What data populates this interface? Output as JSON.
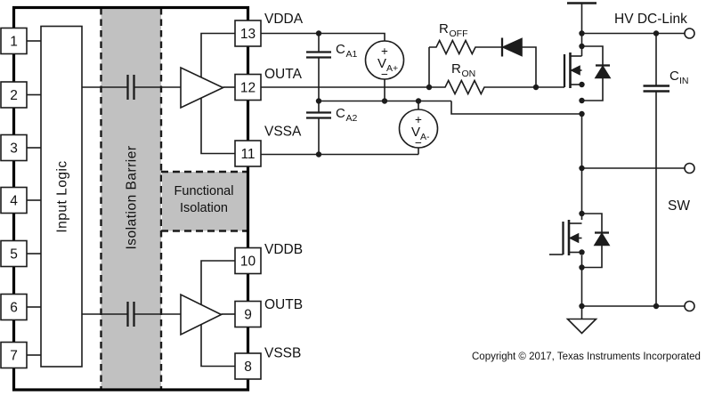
{
  "ic": {
    "left_pins": [
      "1",
      "2",
      "3",
      "4",
      "5",
      "6",
      "7"
    ],
    "right_pins": [
      "13",
      "12",
      "11",
      "10",
      "9",
      "8"
    ],
    "input_logic_label": "Input Logic",
    "isolation_barrier_label": "Isolation Barrier",
    "functional_isolation_line1": "Functional",
    "functional_isolation_line2": "Isolation"
  },
  "pin_labels": {
    "vdda": "VDDA",
    "outa": "OUTA",
    "vssa": "VSSA",
    "vddb": "VDDB",
    "outb": "OUTB",
    "vssb": "VSSB"
  },
  "components": {
    "c_a1": {
      "main": "C",
      "sub": "A1"
    },
    "c_a2": {
      "main": "C",
      "sub": "A2"
    },
    "v_a_plus": {
      "main": "V",
      "sub": "A+",
      "plus": "+",
      "minus": "−"
    },
    "v_a_minus": {
      "main": "V",
      "sub": "A-",
      "plus": "+",
      "minus": "−"
    },
    "r_off": {
      "main": "R",
      "sub": "OFF"
    },
    "r_on": {
      "main": "R",
      "sub": "ON"
    },
    "c_in": {
      "main": "C",
      "sub": "IN"
    }
  },
  "nets": {
    "hv_dc_link": "HV DC-Link",
    "sw": "SW"
  },
  "copyright": "Copyright © 2017, Texas Instruments Incorporated",
  "colors": {
    "barrier_fill": "#c1c1c1",
    "functional_fill": "#c1c1c1",
    "wire": "#1c1c1c",
    "ic_stroke": "#000000"
  }
}
